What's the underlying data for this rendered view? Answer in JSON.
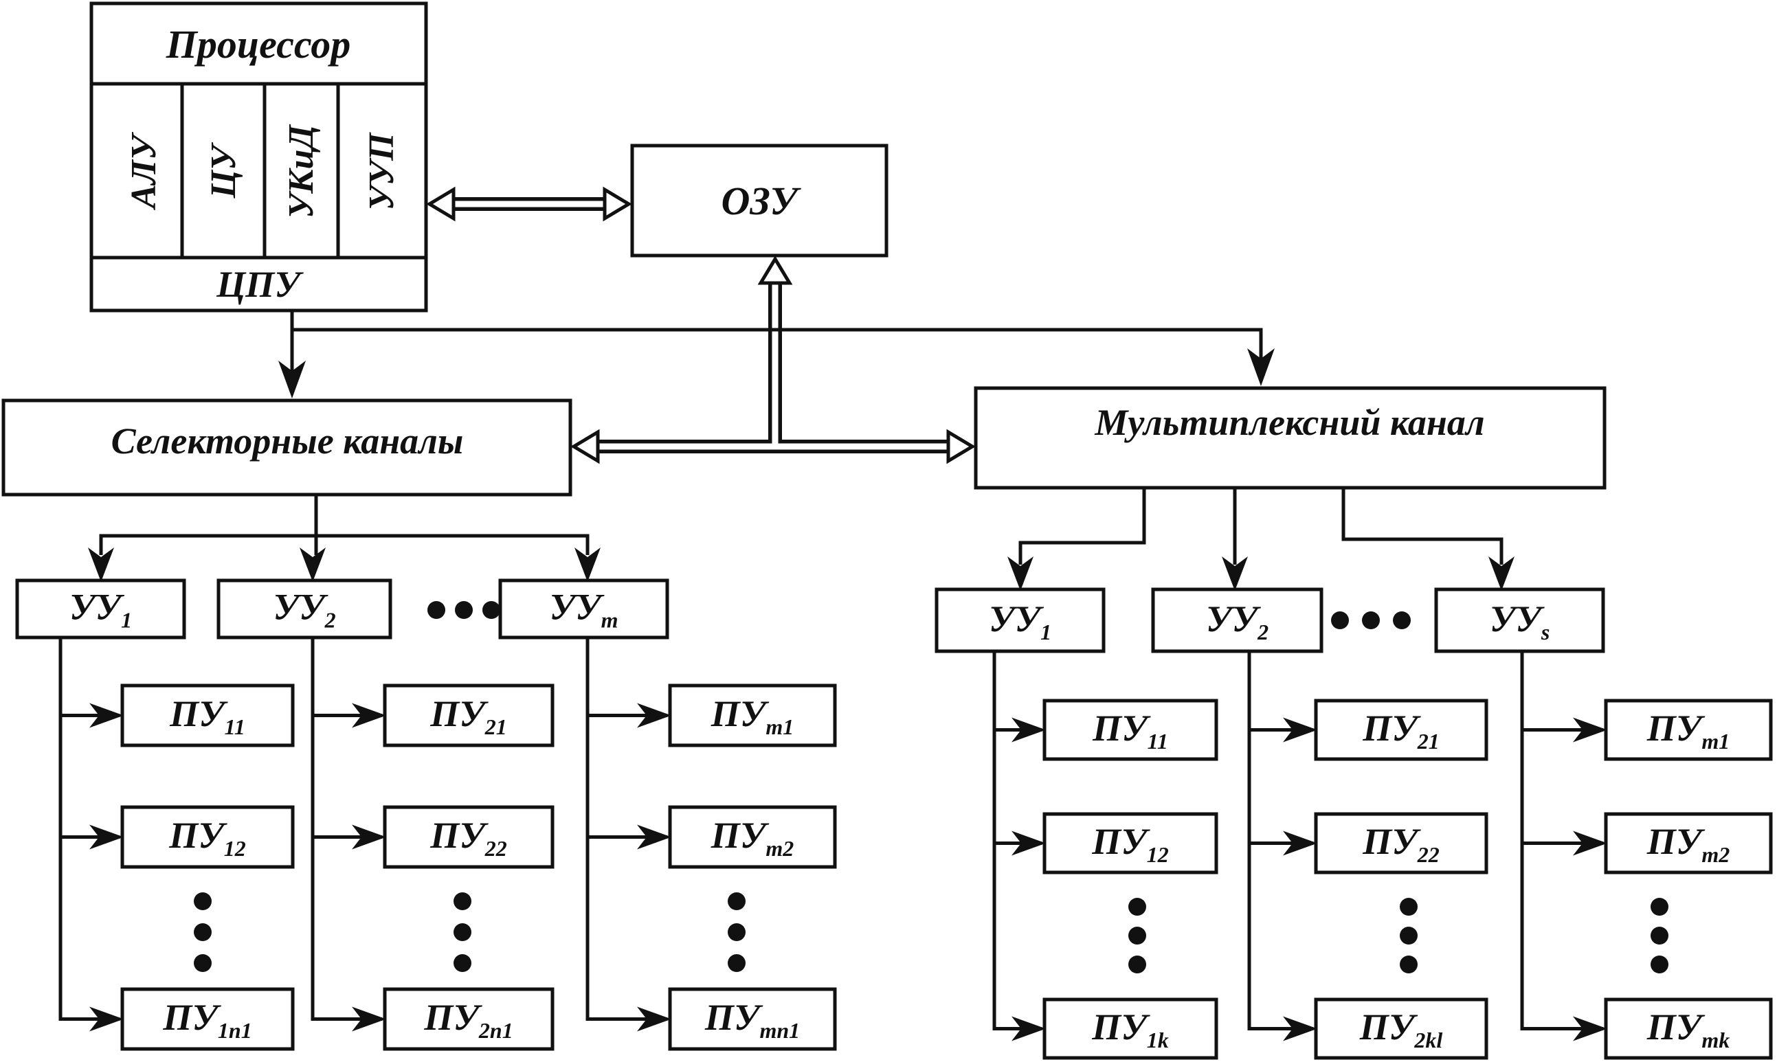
{
  "processor": {
    "title": "Процессор",
    "units": [
      "АЛУ",
      "ЦУ",
      "УКиД",
      "УУП"
    ],
    "cpu_control": "ЦПУ"
  },
  "ram": "ОЗУ",
  "selector": {
    "label": "Селекторные каналы",
    "controllers": [
      {
        "base": "УУ",
        "sub": "1",
        "devices": [
          {
            "base": "ПУ",
            "sub": "11"
          },
          {
            "base": "ПУ",
            "sub": "12"
          },
          {
            "base": "ПУ",
            "sub": "1n1"
          }
        ]
      },
      {
        "base": "УУ",
        "sub": "2",
        "devices": [
          {
            "base": "ПУ",
            "sub": "21"
          },
          {
            "base": "ПУ",
            "sub": "22"
          },
          {
            "base": "ПУ",
            "sub": "2n1"
          }
        ]
      },
      {
        "base": "УУ",
        "sub": "m",
        "devices": [
          {
            "base": "ПУ",
            "sub": "m1"
          },
          {
            "base": "ПУ",
            "sub": "m2"
          },
          {
            "base": "ПУ",
            "sub": "mn1"
          }
        ]
      }
    ]
  },
  "multiplex": {
    "label": "Мультиплексний канал",
    "controllers": [
      {
        "base": "УУ",
        "sub": "1",
        "devices": [
          {
            "base": "ПУ",
            "sub": "11"
          },
          {
            "base": "ПУ",
            "sub": "12"
          },
          {
            "base": "ПУ",
            "sub": "1k"
          }
        ]
      },
      {
        "base": "УУ",
        "sub": "2",
        "devices": [
          {
            "base": "ПУ",
            "sub": "21"
          },
          {
            "base": "ПУ",
            "sub": "22"
          },
          {
            "base": "ПУ",
            "sub": "2kl"
          }
        ]
      },
      {
        "base": "УУ",
        "sub": "s",
        "devices": [
          {
            "base": "ПУ",
            "sub": "m1"
          },
          {
            "base": "ПУ",
            "sub": "m2"
          },
          {
            "base": "ПУ",
            "sub": "mk"
          }
        ]
      }
    ]
  }
}
